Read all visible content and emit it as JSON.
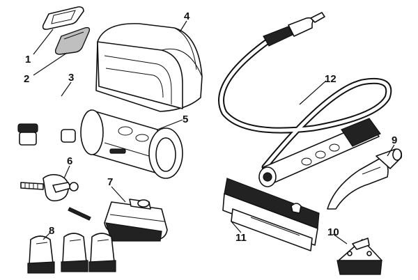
{
  "parts": [
    {
      "number": "1",
      "name": "gasket-ring"
    },
    {
      "number": "2",
      "name": "filter-pad"
    },
    {
      "number": "3",
      "name": "connector-hose"
    },
    {
      "number": "4",
      "name": "hood"
    },
    {
      "number": "5",
      "name": "round-brush-nozzle"
    },
    {
      "number": "6",
      "name": "spray-nozzle-adapter"
    },
    {
      "number": "7",
      "name": "scrub-brush"
    },
    {
      "number": "8",
      "name": "round-brushes"
    },
    {
      "number": "9",
      "name": "detail-nozzle"
    },
    {
      "number": "10",
      "name": "triangular-brush"
    },
    {
      "number": "11",
      "name": "window-squeegee"
    },
    {
      "number": "12",
      "name": "steam-hose"
    }
  ],
  "colors": {
    "line": "#111111",
    "background": "#ffffff",
    "shade": "#bfbfbf"
  }
}
